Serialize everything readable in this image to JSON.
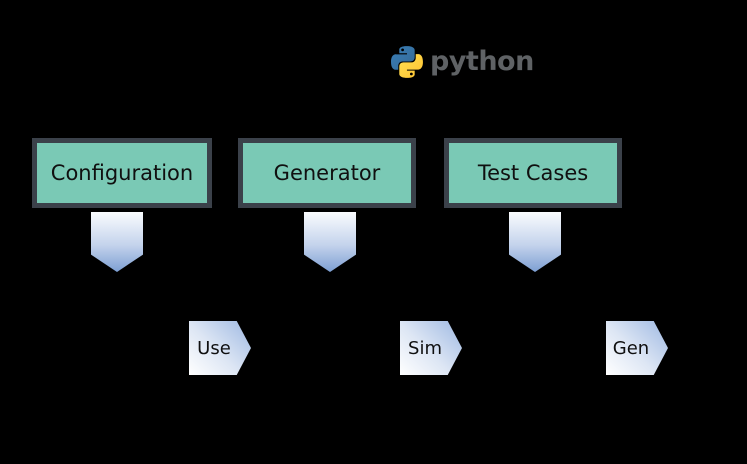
{
  "canvas": {
    "background": "#000000"
  },
  "header": {
    "python_logo": {
      "wordmark": "python",
      "icon": "python-two-snakes-icon",
      "colors": {
        "snake_blue": "#366994",
        "snake_yellow": "#FFC331",
        "wordmark_gray": "#5f6265"
      }
    }
  },
  "boxes": [
    {
      "label": "Configuration"
    },
    {
      "label": "Generator"
    },
    {
      "label": "Test Cases"
    }
  ],
  "box_style": {
    "fill": "#7ac9b5",
    "border": "#3b414a",
    "text_color": "#101010"
  },
  "down_arrows": {
    "count": 3,
    "direction": "down",
    "gradient_top": "#fafcfe",
    "gradient_bottom": "#7d9fd3"
  },
  "tags": [
    {
      "label": "Use"
    },
    {
      "label": "Sim"
    },
    {
      "label": "Gen"
    }
  ],
  "tag_style": {
    "gradient_from": "#ffffff",
    "gradient_to": "#9db8e2",
    "text_color": "#101010"
  }
}
